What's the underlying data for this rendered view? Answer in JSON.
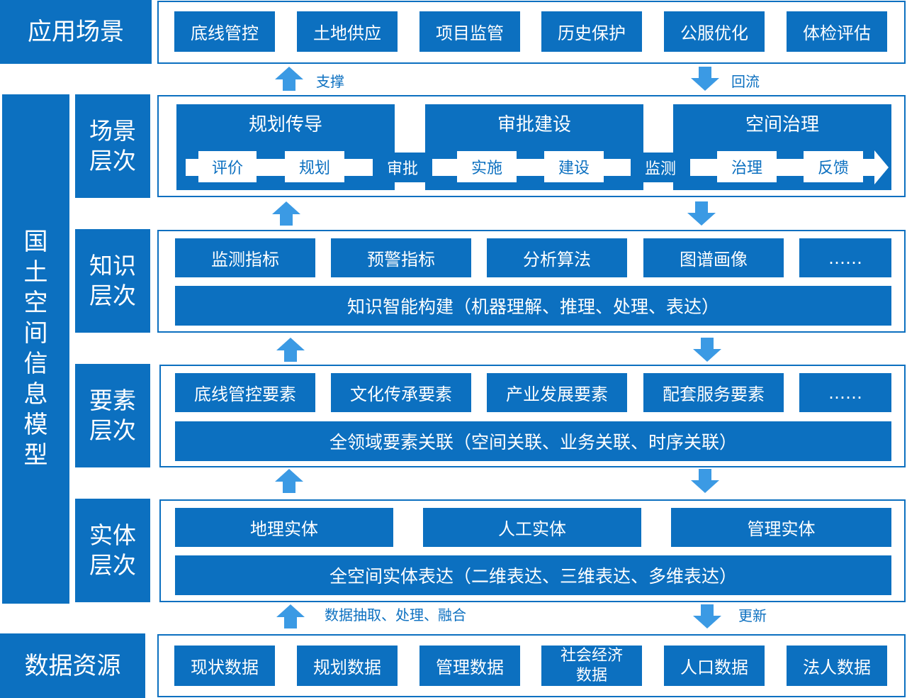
{
  "app_layer": {
    "title": "应用场景",
    "items": [
      "底线管控",
      "土地供应",
      "项目监管",
      "历史保护",
      "公服优化",
      "体检评估"
    ]
  },
  "flows": {
    "support": "支撑",
    "backflow": "回流",
    "data_extract": "数据抽取、处理、融合",
    "update": "更新"
  },
  "model": {
    "title_chars": [
      "国",
      "土",
      "空",
      "间",
      "信",
      "息",
      "模",
      "型"
    ]
  },
  "scene_layer": {
    "title_lines": [
      "场景",
      "层次"
    ],
    "stages": [
      "规划传导",
      "审批建设",
      "空间治理"
    ],
    "steps": [
      "评价",
      "规划",
      "审批",
      "实施",
      "建设",
      "监测",
      "治理",
      "反馈"
    ]
  },
  "knowledge_layer": {
    "title_lines": [
      "知识",
      "层次"
    ],
    "items": [
      "监测指标",
      "预警指标",
      "分析算法",
      "图谱画像",
      "……"
    ],
    "bar": "知识智能构建（机器理解、推理、处理、表达）"
  },
  "element_layer": {
    "title_lines": [
      "要素",
      "层次"
    ],
    "items": [
      "底线管控要素",
      "文化传承要素",
      "产业发展要素",
      "配套服务要素",
      "……"
    ],
    "bar": "全领域要素关联（空间关联、业务关联、时序关联）"
  },
  "entity_layer": {
    "title_lines": [
      "实体",
      "层次"
    ],
    "items": [
      "地理实体",
      "人工实体",
      "管理实体"
    ],
    "bar": "全空间实体表达（二维表达、三维表达、多维表达）"
  },
  "data_layer": {
    "title": "数据资源",
    "items": [
      "现状数据",
      "规划数据",
      "管理数据",
      "社会经济数据",
      "人口数据",
      "法人数据"
    ],
    "item4_lines": [
      "社会经济",
      "数据"
    ]
  },
  "colors": {
    "primary": "#0c70c0",
    "arrow": "#3b9ae4",
    "background": "#ffffff"
  }
}
